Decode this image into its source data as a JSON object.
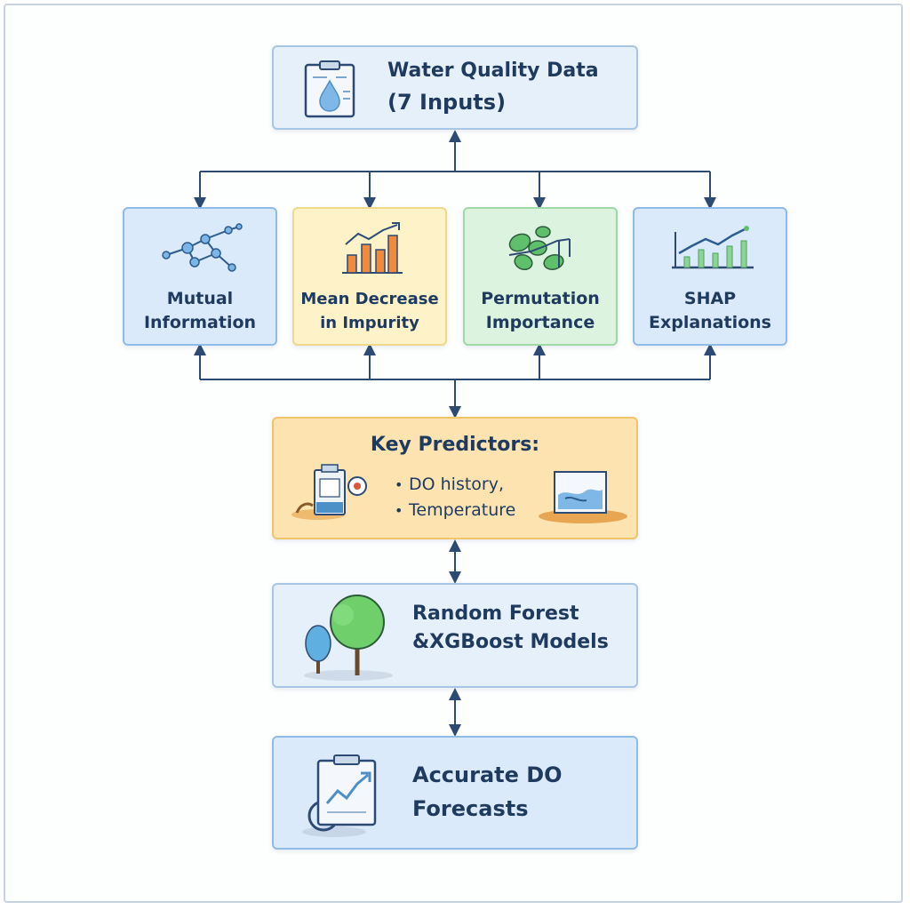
{
  "nodes": {
    "input": {
      "line1": "Water Quality Data",
      "line2": "(7 Inputs)"
    },
    "methods": [
      {
        "line1": "Mutual",
        "line2": "Information",
        "icon": "network-graph-icon"
      },
      {
        "line1": "Mean Decrease",
        "line2": "in Impurity",
        "icon": "bar-chart-icon"
      },
      {
        "line1": "Permutation",
        "line2": "Importance",
        "icon": "leaf-cluster-icon"
      },
      {
        "line1": "SHAP",
        "line2": "Explanations",
        "icon": "line-chart-icon"
      }
    ],
    "predictors": {
      "title": "Key Predictors:",
      "items": [
        "DO history,",
        "Temperature"
      ]
    },
    "models": {
      "line1": "Random Forest",
      "line2": "&XGBoost Models"
    },
    "output": {
      "line1": "Accurate DO",
      "line2": "Forecasts"
    }
  },
  "colors": {
    "connector": "#2c4a74",
    "blue": "#dbeafa",
    "yellow": "#fdf2c8",
    "green": "#dcf3df",
    "orange": "#fde3b0"
  }
}
